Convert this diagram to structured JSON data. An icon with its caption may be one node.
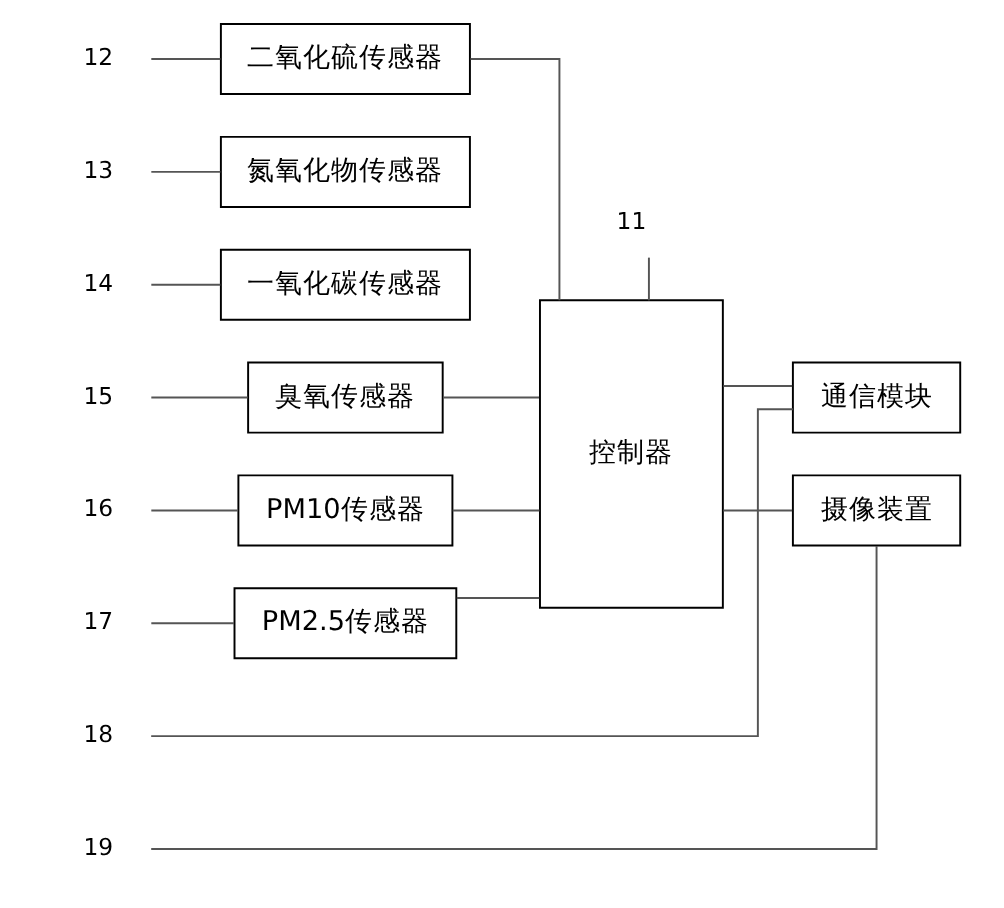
{
  "diagram": {
    "nodes": [
      {
        "text": [
          "12"
        ]
      },
      {
        "text": [
          "二氧化硫传感器"
        ]
      },
      {
        "text": [
          "13"
        ]
      },
      {
        "text": [
          "氮氧化物传感器"
        ]
      },
      {
        "text": [
          "14"
        ]
      },
      {
        "text": [
          "一氧化碳传感器"
        ]
      },
      {
        "text": [
          "15"
        ]
      },
      {
        "text": [
          "臭氧传感器"
        ]
      },
      {
        "text": [
          "16"
        ]
      },
      {
        "text": [
          "PM10传感器"
        ]
      },
      {
        "text": [
          "17"
        ]
      },
      {
        "text": [
          "PM2.5传感器"
        ]
      },
      {
        "text": [
          "11"
        ]
      },
      {
        "text": [
          "控制器"
        ]
      },
      {
        "text": [
          "18"
        ]
      },
      {
        "text": [
          "通信模块"
        ]
      },
      {
        "text": [
          "摄像装置"
        ]
      },
      {
        "text": [
          "19"
        ]
      }
    ],
    "edges": [
      {
        "from": 0,
        "to": 1,
        "arrow": "none"
      },
      {
        "from": 2,
        "to": 3,
        "arrow": "none"
      },
      {
        "from": 4,
        "to": 5,
        "arrow": "none"
      },
      {
        "from": 6,
        "to": 7,
        "arrow": "none"
      },
      {
        "from": 8,
        "to": 9,
        "arrow": "none"
      },
      {
        "from": 10,
        "to": 11,
        "arrow": "none"
      },
      {
        "from": 1,
        "to": 13,
        "arrow": "none"
      },
      {
        "from": 7,
        "to": 13,
        "arrow": "none"
      },
      {
        "from": 9,
        "to": 13,
        "arrow": "none"
      },
      {
        "from": 11,
        "to": 13,
        "arrow": "none"
      },
      {
        "from": 12,
        "to": 13,
        "arrow": "none"
      },
      {
        "from": 13,
        "to": 15,
        "arrow": "none"
      },
      {
        "from": 13,
        "to": 16,
        "arrow": "none"
      },
      {
        "from": 14,
        "to": 15,
        "arrow": "none"
      },
      {
        "from": 17,
        "to": 16,
        "arrow": "none"
      }
    ]
  }
}
